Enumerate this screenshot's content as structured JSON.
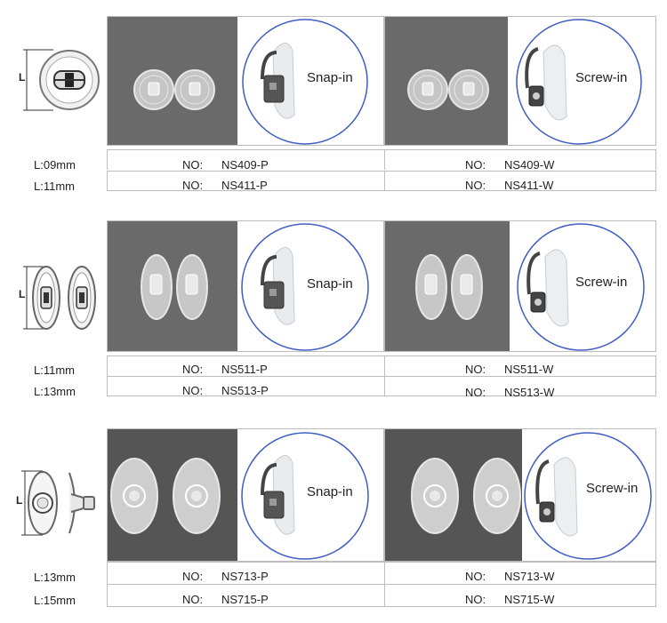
{
  "colors": {
    "photo_bg": "#6a6a6a",
    "circle": "#3f5cc4",
    "border": "#bdbdbd"
  },
  "sections": [
    {
      "diagram": {
        "label": "L",
        "shape": "round-pad"
      },
      "left_panel": {
        "closeup_label": "Snap-in"
      },
      "right_panel": {
        "closeup_label": "Screw-in"
      },
      "rows": [
        {
          "size": "L:09mm",
          "left_no": "NO:",
          "left_code": "NS409-P",
          "right_no": "NO:",
          "right_code": "NS409-W"
        },
        {
          "size": "L:11mm",
          "left_no": "NO:",
          "left_code": "NS411-P",
          "right_no": "NO:",
          "right_code": "NS411-W"
        }
      ]
    },
    {
      "diagram": {
        "label": "L",
        "shape": "oval-pad"
      },
      "left_panel": {
        "closeup_label": "Snap-in"
      },
      "right_panel": {
        "closeup_label": "Screw-in"
      },
      "rows": [
        {
          "size": "L:11mm",
          "left_no": "NO:",
          "left_code": "NS511-P",
          "right_no": "NO:",
          "right_code": "NS511-W"
        },
        {
          "size": "L:13mm",
          "left_no": "NO:",
          "left_code": "NS513-P",
          "right_no": "NO:",
          "right_code": "NS513-W"
        }
      ]
    },
    {
      "diagram": {
        "label": "L",
        "shape": "flat-oval-pad"
      },
      "left_panel": {
        "closeup_label": "Snap-in"
      },
      "right_panel": {
        "closeup_label": "Screw-in"
      },
      "rows": [
        {
          "size": "L:13mm",
          "left_no": "NO:",
          "left_code": "NS713-P",
          "right_no": "NO:",
          "right_code": "NS713-W"
        },
        {
          "size": "L:15mm",
          "left_no": "NO:",
          "left_code": "NS715-P",
          "right_no": "NO:",
          "right_code": "NS715-W"
        }
      ]
    }
  ]
}
